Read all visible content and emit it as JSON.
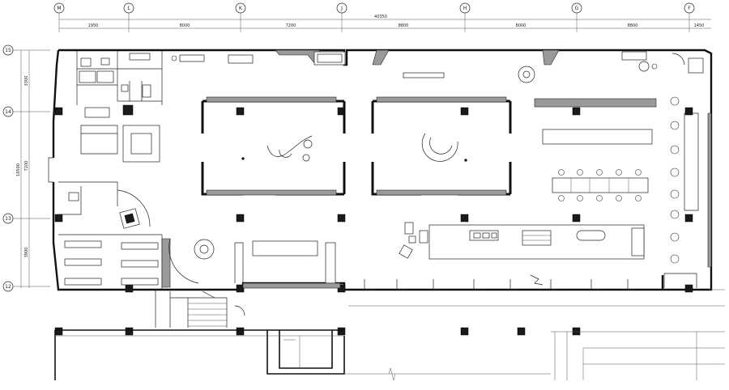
{
  "drawing": {
    "grid_axes_top": [
      "M",
      "L",
      "K",
      "J",
      "H",
      "G",
      "F"
    ],
    "grid_axes_left": [
      "15",
      "14",
      "13",
      "12"
    ],
    "top_dims": [
      "1950",
      "8000",
      "7200",
      "8800",
      "8000",
      "8800",
      "1450"
    ],
    "overall_top_dim": "40350",
    "left_dims": [
      "3300",
      "7200",
      "3900"
    ],
    "overall_left_dim": "16500"
  }
}
